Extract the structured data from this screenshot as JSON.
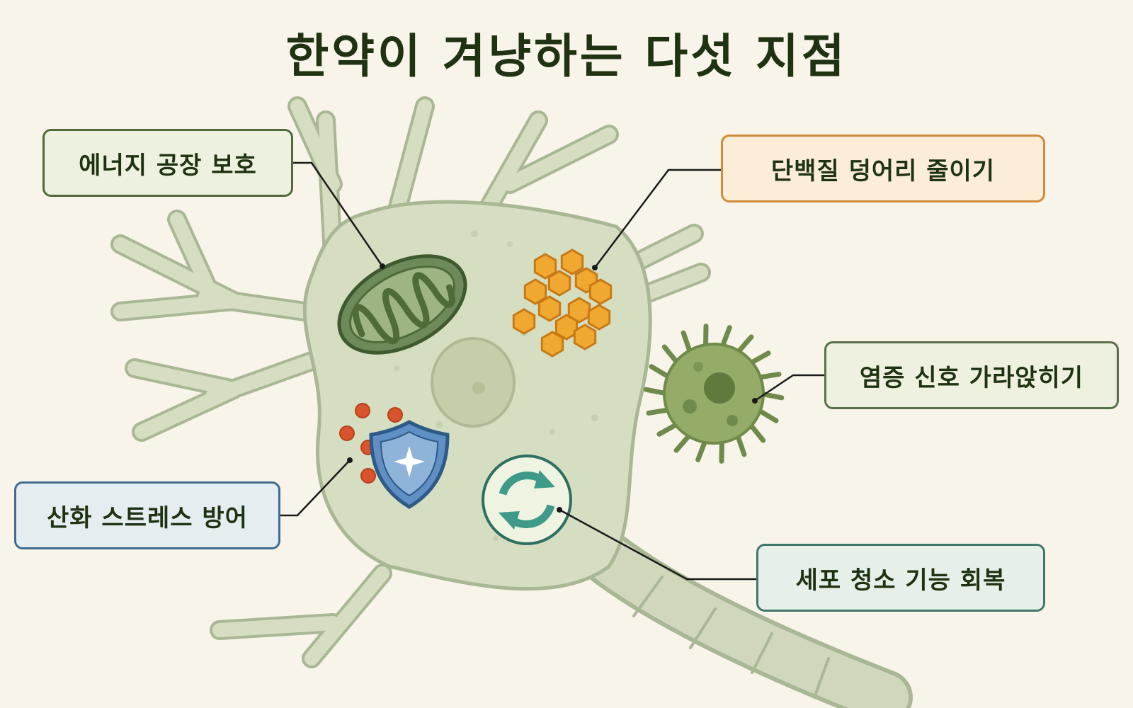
{
  "title": "한약이 겨냥하는 다섯 지점",
  "targets": [
    {
      "label": "에너지 공장 보호",
      "icon": "mitochondria-icon"
    },
    {
      "label": "단백질 덩어리 줄이기",
      "icon": "protein-cluster-icon"
    },
    {
      "label": "염증 신호 가라앉히기",
      "icon": "inflammation-cell-icon"
    },
    {
      "label": "산화 스트레스 방어",
      "icon": "shield-icon"
    },
    {
      "label": "세포 청소 기능 회복",
      "icon": "recycle-icon"
    }
  ],
  "colors": {
    "background": "#f8f4e9",
    "cell": "#d6dec2",
    "cell_outline": "#a9b894",
    "protein": "#f0a830",
    "radical": "#d9542c",
    "shield": "#5f8fc4",
    "recycle": "#3f9a8a"
  }
}
